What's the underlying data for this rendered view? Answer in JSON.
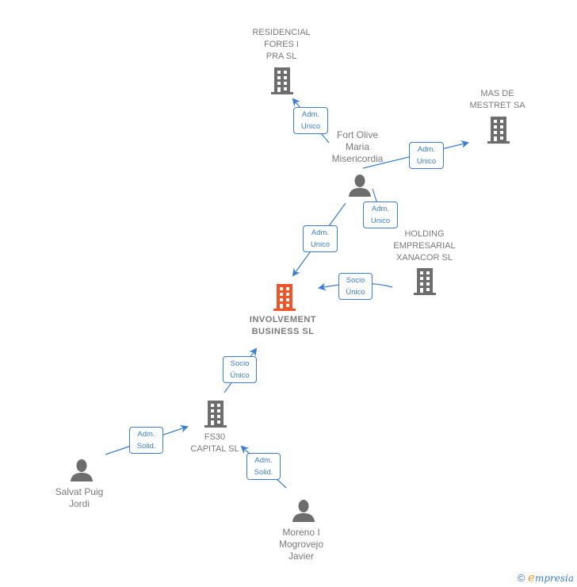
{
  "colors": {
    "edge": "#3a7fd5",
    "node_icon": "#6d6d6d",
    "main_company": "#f0552a",
    "label_text": "#7a7a7a"
  },
  "nodes": {
    "residencial": {
      "label": "RESIDENCIAL\nFORES I\nPRA  SL",
      "type": "company"
    },
    "mas_de_mestret": {
      "label": "MAS DE\nMESTRET SA",
      "type": "company"
    },
    "fort_olive": {
      "label": "Fort Olive\nMaria\nMisericordia",
      "type": "person"
    },
    "holding": {
      "label": "HOLDING\nEMPRESARIAL\nXANACOR SL",
      "type": "company"
    },
    "involvement": {
      "label": "INVOLVEMENT\nBUSINESS  SL",
      "type": "main-company"
    },
    "fs30": {
      "label": "FS30\nCAPITAL  SL",
      "type": "company"
    },
    "salvat": {
      "label": "Salvat Puig\nJordi",
      "type": "person"
    },
    "moreno": {
      "label": "Moreno I\nMogrovejo\nJavier",
      "type": "person"
    }
  },
  "edges": [
    {
      "from": "fort_olive",
      "to": "residencial",
      "label": "Adm.\nUnico"
    },
    {
      "from": "fort_olive",
      "to": "mas_de_mestret",
      "label": "Adm.\nUnico"
    },
    {
      "from": "fort_olive",
      "to": "holding",
      "label": "Adm.\nUnico"
    },
    {
      "from": "fort_olive",
      "to": "involvement",
      "label": "Adm.\nUnico"
    },
    {
      "from": "holding",
      "to": "involvement",
      "label": "Socio\nÚnico"
    },
    {
      "from": "fs30",
      "to": "involvement",
      "label": "Socio\nÚnico"
    },
    {
      "from": "salvat",
      "to": "fs30",
      "label": "Adm.\nSolid."
    },
    {
      "from": "moreno",
      "to": "fs30",
      "label": "Adm.\nSolid."
    }
  ],
  "footer": {
    "copyright_symbol": "©",
    "brand_first": "e",
    "brand_rest": "mpresia"
  }
}
